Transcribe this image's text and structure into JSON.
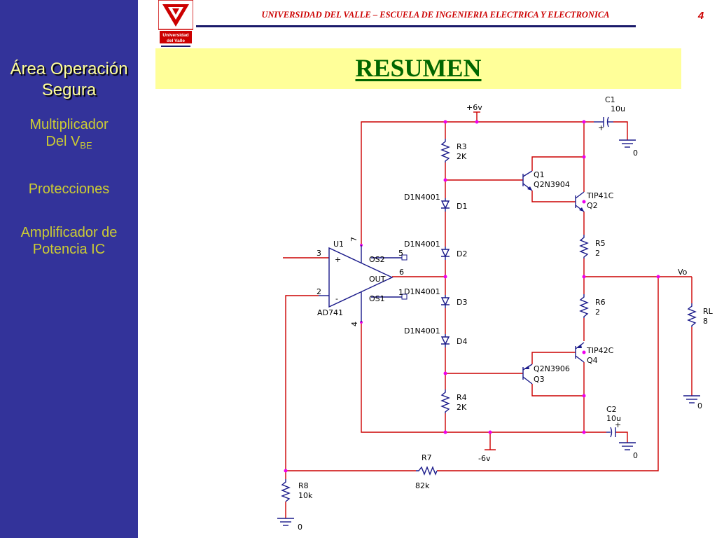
{
  "header": {
    "institution": "UNIVERSIDAD DEL VALLE – ESCUELA DE INGENIERIA ELECTRICA Y ELECTRONICA",
    "page_number": "4",
    "logo_line1": "Universidad",
    "logo_line2": "del Valle"
  },
  "title": "RESUMEN",
  "sidebar": {
    "title_line1": "Área Operación",
    "title_line2": "Segura",
    "items": [
      {
        "line1": "Multiplicador",
        "line2": "Del V",
        "sub": "BE"
      },
      {
        "line1": "Protecciones"
      },
      {
        "line1": "Amplificador de",
        "line2": "Potencia IC"
      }
    ]
  },
  "colors": {
    "sidebar": "#33339a",
    "title_band": "#ffff99",
    "title_text": "#006600",
    "header_text": "#cc0000",
    "wire": "#cc0000",
    "component": "#1a1a8a",
    "node": "#ee00ee"
  },
  "schematic": {
    "supply_pos": "+6v",
    "supply_neg": "-6v",
    "output_node": "Vo",
    "ground": "0",
    "opamp": {
      "ref": "U1",
      "model": "AD741",
      "pin_inp": "3",
      "pin_inn": "2",
      "pin_out": "6",
      "pin_vpos": "7",
      "pin_vneg": "4",
      "pin_os2": "5",
      "pin_os1": "1",
      "os2": "OS2",
      "os1": "OS1",
      "out": "OUT",
      "plus": "+",
      "minus": "-"
    },
    "resistors": [
      {
        "ref": "R3",
        "value": "2K"
      },
      {
        "ref": "R4",
        "value": "2K"
      },
      {
        "ref": "R5",
        "value": "2"
      },
      {
        "ref": "R6",
        "value": "2"
      },
      {
        "ref": "R7",
        "value": "82k"
      },
      {
        "ref": "R8",
        "value": "10k"
      },
      {
        "ref": "RL",
        "value": "8"
      }
    ],
    "capacitors": [
      {
        "ref": "C1",
        "value": "10u"
      },
      {
        "ref": "C2",
        "value": "10u"
      }
    ],
    "diodes": [
      {
        "ref": "D1",
        "model": "D1N4001"
      },
      {
        "ref": "D2",
        "model": "D1N4001"
      },
      {
        "ref": "D3",
        "model": "D1N4001"
      },
      {
        "ref": "D4",
        "model": "D1N4001"
      }
    ],
    "transistors": [
      {
        "ref": "Q1",
        "model": "Q2N3904"
      },
      {
        "ref": "Q2",
        "model": "TIP41C"
      },
      {
        "ref": "Q3",
        "model": "Q2N3906"
      },
      {
        "ref": "Q4",
        "model": "TIP42C"
      }
    ]
  }
}
